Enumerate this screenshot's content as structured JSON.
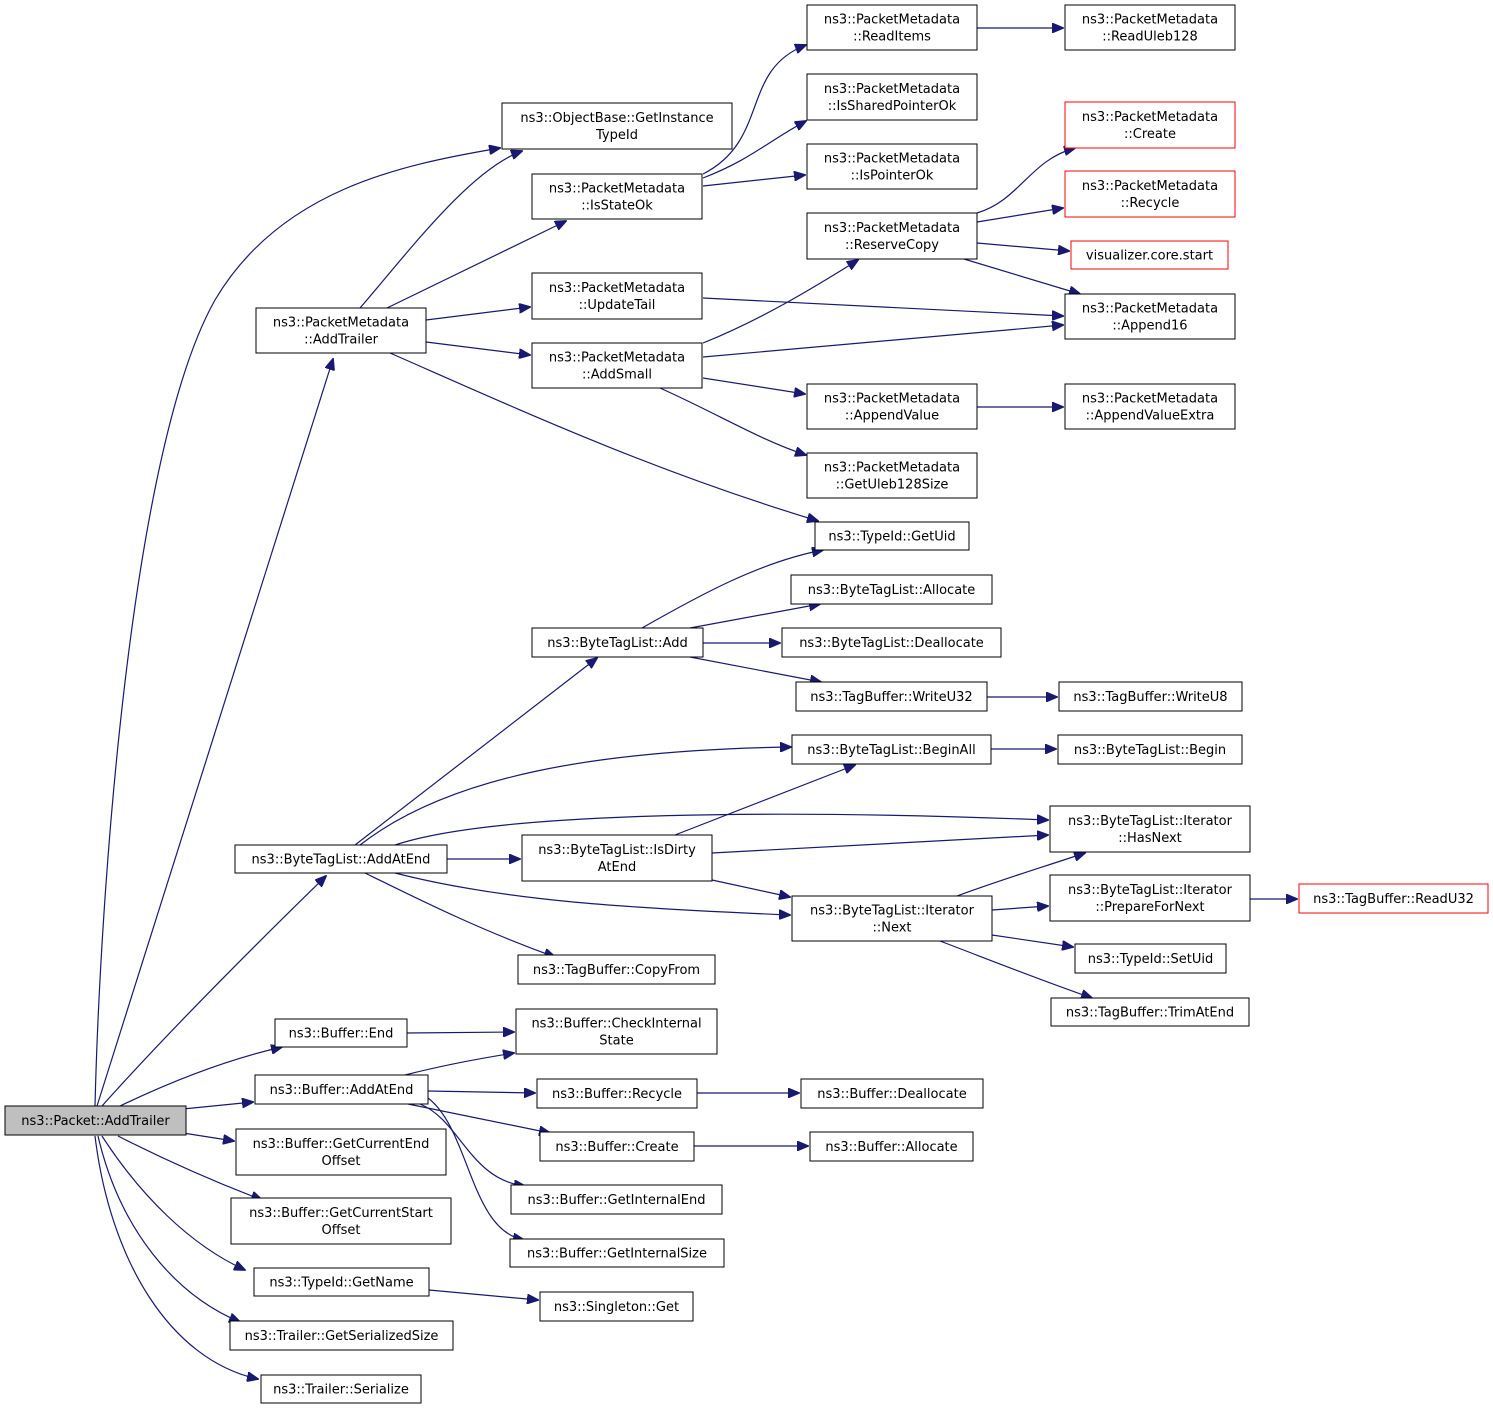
{
  "graph": {
    "root": "n0",
    "nodes": [
      {
        "id": "n0",
        "lines": [
          "ns3::Packet::AddTrailer"
        ],
        "style": "root"
      },
      {
        "id": "n1",
        "lines": [
          "ns3::ObjectBase::GetInstance",
          "TypeId"
        ]
      },
      {
        "id": "n2",
        "lines": [
          "ns3::PacketMetadata",
          "::AddTrailer"
        ]
      },
      {
        "id": "n3",
        "lines": [
          "ns3::PacketMetadata",
          "::IsStateOk"
        ]
      },
      {
        "id": "n4",
        "lines": [
          "ns3::PacketMetadata",
          "::UpdateTail"
        ]
      },
      {
        "id": "n5",
        "lines": [
          "ns3::PacketMetadata",
          "::AddSmall"
        ]
      },
      {
        "id": "n6",
        "lines": [
          "ns3::PacketMetadata",
          "::ReadItems"
        ]
      },
      {
        "id": "n7",
        "lines": [
          "ns3::PacketMetadata",
          "::IsSharedPointerOk"
        ]
      },
      {
        "id": "n8",
        "lines": [
          "ns3::PacketMetadata",
          "::IsPointerOk"
        ]
      },
      {
        "id": "n9",
        "lines": [
          "ns3::PacketMetadata",
          "::ReserveCopy"
        ]
      },
      {
        "id": "n10",
        "lines": [
          "ns3::PacketMetadata",
          "::AppendValue"
        ]
      },
      {
        "id": "n11",
        "lines": [
          "ns3::PacketMetadata",
          "::GetUleb128Size"
        ]
      },
      {
        "id": "n12",
        "lines": [
          "ns3::PacketMetadata",
          "::ReadUleb128"
        ]
      },
      {
        "id": "n13",
        "lines": [
          "ns3::PacketMetadata",
          "::Create"
        ],
        "style": "red"
      },
      {
        "id": "n14",
        "lines": [
          "ns3::PacketMetadata",
          "::Recycle"
        ],
        "style": "red"
      },
      {
        "id": "n15",
        "lines": [
          "visualizer.core.start"
        ],
        "style": "red"
      },
      {
        "id": "n16",
        "lines": [
          "ns3::PacketMetadata",
          "::Append16"
        ]
      },
      {
        "id": "n17",
        "lines": [
          "ns3::PacketMetadata",
          "::AppendValueExtra"
        ]
      },
      {
        "id": "n18",
        "lines": [
          "ns3::TypeId::GetUid"
        ]
      },
      {
        "id": "n19",
        "lines": [
          "ns3::ByteTagList::Add"
        ]
      },
      {
        "id": "n20",
        "lines": [
          "ns3::ByteTagList::Allocate"
        ]
      },
      {
        "id": "n21",
        "lines": [
          "ns3::ByteTagList::Deallocate"
        ]
      },
      {
        "id": "n22",
        "lines": [
          "ns3::TagBuffer::WriteU32"
        ]
      },
      {
        "id": "n23",
        "lines": [
          "ns3::TagBuffer::WriteU8"
        ]
      },
      {
        "id": "n24",
        "lines": [
          "ns3::ByteTagList::BeginAll"
        ]
      },
      {
        "id": "n25",
        "lines": [
          "ns3::ByteTagList::Begin"
        ]
      },
      {
        "id": "n26",
        "lines": [
          "ns3::ByteTagList::AddAtEnd"
        ]
      },
      {
        "id": "n27",
        "lines": [
          "ns3::ByteTagList::IsDirty",
          "AtEnd"
        ]
      },
      {
        "id": "n28",
        "lines": [
          "ns3::ByteTagList::Iterator",
          "::HasNext"
        ]
      },
      {
        "id": "n29",
        "lines": [
          "ns3::ByteTagList::Iterator",
          "::Next"
        ]
      },
      {
        "id": "n30",
        "lines": [
          "ns3::ByteTagList::Iterator",
          "::PrepareForNext"
        ]
      },
      {
        "id": "n31",
        "lines": [
          "ns3::TagBuffer::ReadU32"
        ],
        "style": "red"
      },
      {
        "id": "n32",
        "lines": [
          "ns3::TypeId::SetUid"
        ]
      },
      {
        "id": "n33",
        "lines": [
          "ns3::TagBuffer::TrimAtEnd"
        ]
      },
      {
        "id": "n34",
        "lines": [
          "ns3::TagBuffer::CopyFrom"
        ]
      },
      {
        "id": "n35",
        "lines": [
          "ns3::Buffer::End"
        ]
      },
      {
        "id": "n36",
        "lines": [
          "ns3::Buffer::CheckInternal",
          "State"
        ]
      },
      {
        "id": "n37",
        "lines": [
          "ns3::Buffer::AddAtEnd"
        ]
      },
      {
        "id": "n38",
        "lines": [
          "ns3::Buffer::Recycle"
        ]
      },
      {
        "id": "n39",
        "lines": [
          "ns3::Buffer::Deallocate"
        ]
      },
      {
        "id": "n40",
        "lines": [
          "ns3::Buffer::Create"
        ]
      },
      {
        "id": "n41",
        "lines": [
          "ns3::Buffer::Allocate"
        ]
      },
      {
        "id": "n42",
        "lines": [
          "ns3::Buffer::GetInternalEnd"
        ]
      },
      {
        "id": "n43",
        "lines": [
          "ns3::Buffer::GetInternalSize"
        ]
      },
      {
        "id": "n44",
        "lines": [
          "ns3::Buffer::GetCurrentEnd",
          "Offset"
        ]
      },
      {
        "id": "n45",
        "lines": [
          "ns3::Buffer::GetCurrentStart",
          "Offset"
        ]
      },
      {
        "id": "n46",
        "lines": [
          "ns3::TypeId::GetName"
        ]
      },
      {
        "id": "n47",
        "lines": [
          "ns3::Singleton::Get"
        ]
      },
      {
        "id": "n48",
        "lines": [
          "ns3::Trailer::GetSerializedSize"
        ]
      },
      {
        "id": "n49",
        "lines": [
          "ns3::Trailer::Serialize"
        ]
      }
    ],
    "edges": [
      [
        "n0",
        "n1"
      ],
      [
        "n0",
        "n2"
      ],
      [
        "n0",
        "n26"
      ],
      [
        "n0",
        "n35"
      ],
      [
        "n0",
        "n37"
      ],
      [
        "n0",
        "n44"
      ],
      [
        "n0",
        "n45"
      ],
      [
        "n0",
        "n46"
      ],
      [
        "n0",
        "n48"
      ],
      [
        "n0",
        "n49"
      ],
      [
        "n2",
        "n1"
      ],
      [
        "n2",
        "n3"
      ],
      [
        "n2",
        "n4"
      ],
      [
        "n2",
        "n5"
      ],
      [
        "n2",
        "n18"
      ],
      [
        "n3",
        "n6"
      ],
      [
        "n3",
        "n7"
      ],
      [
        "n3",
        "n8"
      ],
      [
        "n4",
        "n16"
      ],
      [
        "n5",
        "n9"
      ],
      [
        "n5",
        "n16"
      ],
      [
        "n5",
        "n10"
      ],
      [
        "n5",
        "n11"
      ],
      [
        "n6",
        "n12"
      ],
      [
        "n9",
        "n13"
      ],
      [
        "n9",
        "n14"
      ],
      [
        "n9",
        "n15"
      ],
      [
        "n9",
        "n16"
      ],
      [
        "n10",
        "n17"
      ],
      [
        "n19",
        "n18"
      ],
      [
        "n19",
        "n20"
      ],
      [
        "n19",
        "n21"
      ],
      [
        "n19",
        "n22"
      ],
      [
        "n22",
        "n23"
      ],
      [
        "n24",
        "n25"
      ],
      [
        "n26",
        "n19"
      ],
      [
        "n26",
        "n24"
      ],
      [
        "n26",
        "n28"
      ],
      [
        "n26",
        "n27"
      ],
      [
        "n26",
        "n29"
      ],
      [
        "n26",
        "n34"
      ],
      [
        "n27",
        "n24"
      ],
      [
        "n27",
        "n28"
      ],
      [
        "n27",
        "n29"
      ],
      [
        "n29",
        "n28"
      ],
      [
        "n29",
        "n30"
      ],
      [
        "n29",
        "n32"
      ],
      [
        "n29",
        "n33"
      ],
      [
        "n30",
        "n31"
      ],
      [
        "n35",
        "n36"
      ],
      [
        "n37",
        "n36"
      ],
      [
        "n37",
        "n38"
      ],
      [
        "n37",
        "n40"
      ],
      [
        "n37",
        "n42"
      ],
      [
        "n37",
        "n43"
      ],
      [
        "n38",
        "n39"
      ],
      [
        "n40",
        "n41"
      ],
      [
        "n46",
        "n47"
      ]
    ],
    "colors": {
      "edge": "#191970",
      "node_border": "#000000",
      "node_border_red": "#ff0000",
      "root_fill": "#bfbfbf"
    }
  }
}
